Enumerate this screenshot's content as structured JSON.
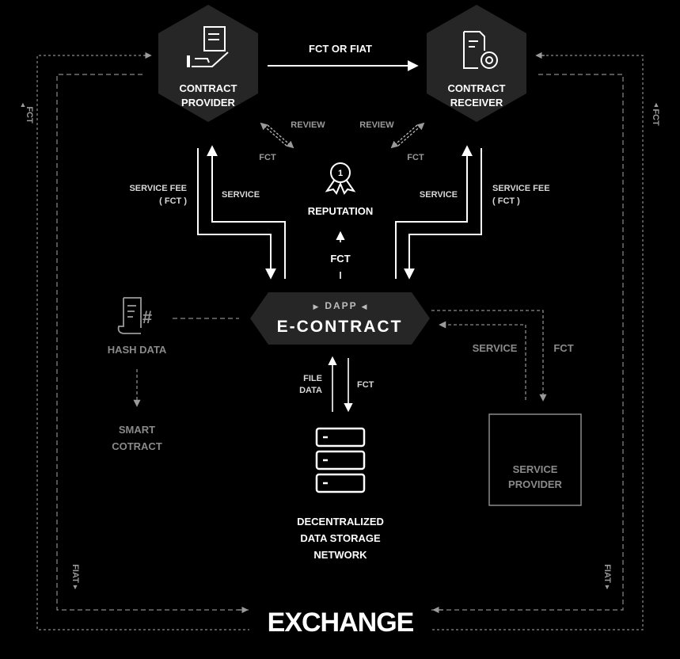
{
  "nodes": {
    "contract_provider": [
      "CONTRACT",
      "PROVIDER"
    ],
    "contract_receiver": [
      "CONTRACT",
      "RECEIVER"
    ],
    "reputation": "REPUTATION",
    "reputation_badge": "1",
    "dapp": "DAPP",
    "e_contract": "E-CONTRACT",
    "hash_data": "HASH DATA",
    "smart_contract": [
      "SMART",
      "COTRACT"
    ],
    "service_provider": [
      "SERVICE",
      "PROVIDER"
    ],
    "storage": [
      "DECENTRALIZED",
      "DATA STORAGE",
      "NETWORK"
    ],
    "exchange": "EXCHANGE"
  },
  "labels": {
    "fct_or_fiat": "FCT OR FIAT",
    "review_left": "REVIEW",
    "review_right": "REVIEW",
    "fct_left": "FCT",
    "fct_right": "FCT",
    "service_fee_left": [
      "SERVICE FEE",
      "( FCT )"
    ],
    "service_left": "SERVICE",
    "service_right": "SERVICE",
    "service_fee_right": [
      "SERVICE FEE",
      "( FCT )"
    ],
    "fct_to_reputation": "FCT",
    "file_data": [
      "FILE",
      "DATA"
    ],
    "fct_storage": "FCT",
    "service_sp": "SERVICE",
    "fct_sp": "FCT",
    "fct_vertical_left": "FCT",
    "fct_vertical_right": "FCT",
    "fiat_vertical_left": "FIAT",
    "fiat_vertical_right": "FIAT"
  },
  "colors": {
    "background": "#000000",
    "hexagon": "#262626",
    "line": "#ffffff",
    "dim_line": "#9a9a9a"
  },
  "icons": [
    "hand-contract-icon",
    "contract-gear-icon",
    "award-medal-icon",
    "hash-document-icon",
    "server-stack-icon"
  ]
}
